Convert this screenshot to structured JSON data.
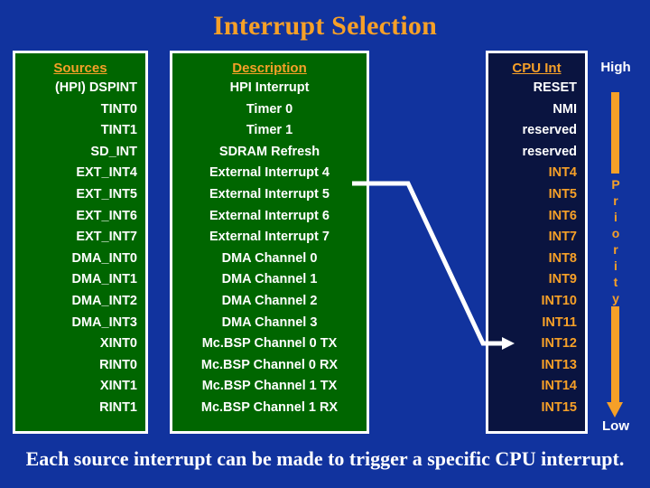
{
  "slide": {
    "title": "Interrupt Selection",
    "caption": "Each source interrupt can be made to trigger a specific CPU interrupt.",
    "background_color": "#11339e",
    "title_color": "#f6a028"
  },
  "sources_column": {
    "header": "Sources",
    "box_color": "#006600",
    "text_color": "#ffffff",
    "items": [
      "(HPI) DSPINT",
      "TINT0",
      "TINT1",
      "SD_INT",
      "EXT_INT4",
      "EXT_INT5",
      "EXT_INT6",
      "EXT_INT7",
      "DMA_INT0",
      "DMA_INT1",
      "DMA_INT2",
      "DMA_INT3",
      "XINT0",
      "RINT0",
      "XINT1",
      "RINT1"
    ]
  },
  "description_column": {
    "header": "Description",
    "box_color": "#006600",
    "text_color": "#ffffff",
    "items": [
      "HPI Interrupt",
      "Timer 0",
      "Timer 1",
      "SDRAM Refresh",
      "External Interrupt 4",
      "External Interrupt 5",
      "External Interrupt 6",
      "External Interrupt 7",
      "DMA Channel 0",
      "DMA Channel 1",
      "DMA Channel 2",
      "DMA Channel 3",
      "Mc.BSP Channel 0 TX",
      "Mc.BSP Channel 0 RX",
      "Mc.BSP Channel 1 TX",
      "Mc.BSP Channel 1 RX"
    ]
  },
  "cpu_column": {
    "header": "CPU Int",
    "box_color": "#0a1440",
    "items": [
      {
        "label": "RESET",
        "color": "white"
      },
      {
        "label": "NMI",
        "color": "white"
      },
      {
        "label": "reserved",
        "color": "white"
      },
      {
        "label": "reserved",
        "color": "white"
      },
      {
        "label": "INT4",
        "color": "orange"
      },
      {
        "label": "INT5",
        "color": "orange"
      },
      {
        "label": "INT6",
        "color": "orange"
      },
      {
        "label": "INT7",
        "color": "orange"
      },
      {
        "label": "INT8",
        "color": "orange"
      },
      {
        "label": "INT9",
        "color": "orange"
      },
      {
        "label": "INT10",
        "color": "orange"
      },
      {
        "label": "INT11",
        "color": "orange"
      },
      {
        "label": "INT12",
        "color": "orange"
      },
      {
        "label": "INT13",
        "color": "orange"
      },
      {
        "label": "INT14",
        "color": "orange"
      },
      {
        "label": "INT15",
        "color": "orange"
      }
    ]
  },
  "priority": {
    "high_label": "High",
    "low_label": "Low",
    "word_letters": [
      "P",
      "r",
      "i",
      "o",
      "r",
      "i",
      "t",
      "y"
    ],
    "arrow_color": "#f6a028"
  },
  "connector": {
    "from": "External Interrupt 5",
    "to": "INT12",
    "color": "#ffffff"
  }
}
